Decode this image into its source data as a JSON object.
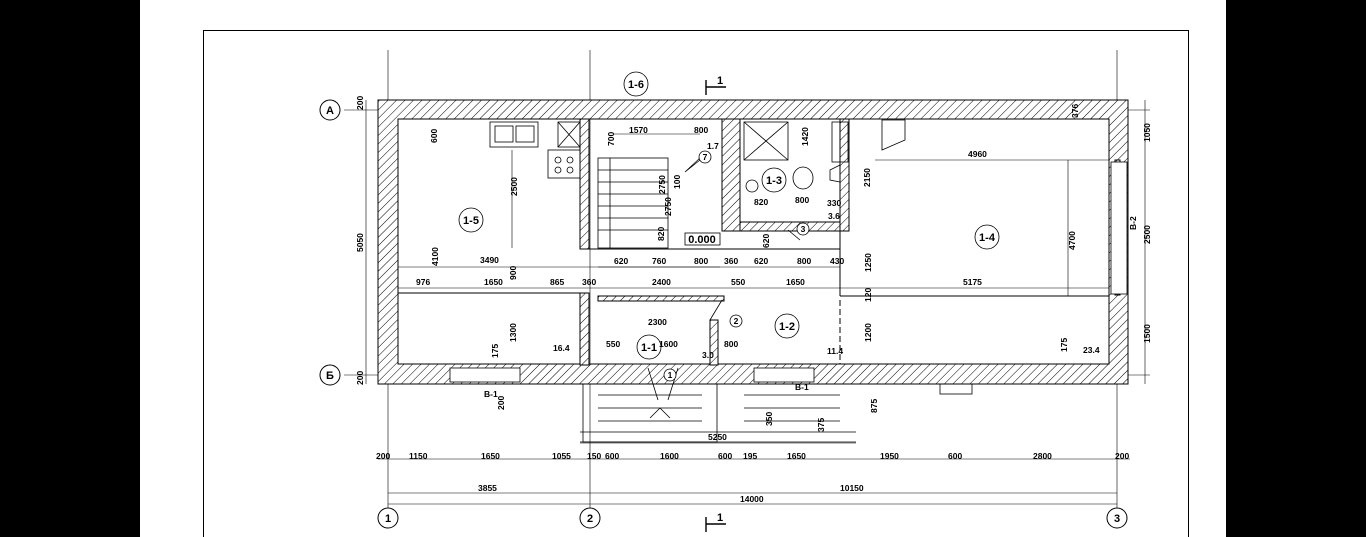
{
  "axes": {
    "rows": [
      "А",
      "Б"
    ],
    "columns": [
      "1",
      "2",
      "3"
    ]
  },
  "section_mark": "1",
  "rooms": [
    "1-1",
    "1-2",
    "1-3",
    "1-4",
    "1-5",
    "1-6"
  ],
  "room_areas": [
    "1.7",
    "3.6",
    "16.4",
    "11.4",
    "3.0",
    "23.4"
  ],
  "door_marks": [
    "1",
    "2",
    "3",
    "7"
  ],
  "level_mark": "0.000",
  "window_marks": [
    "В-1",
    "В-1",
    "В-2"
  ],
  "top_dims": [
    "1570",
    "800",
    "700",
    "1420",
    "2150",
    "4960",
    "376",
    "600"
  ],
  "kitchen_dims": [
    "2500",
    "3490",
    "4100",
    "900",
    "5050"
  ],
  "stair_dims": [
    "2750",
    "2750",
    "100",
    "820",
    "620",
    "760",
    "800",
    "360",
    "620",
    "800",
    "430",
    "820",
    "800",
    "330",
    "620"
  ],
  "middle_dims": [
    "976",
    "1650",
    "865",
    "360",
    "2400",
    "550",
    "1650",
    "5175",
    "1250",
    "120",
    "4700",
    "2500",
    "1050",
    "1500",
    "1200",
    "200",
    "200"
  ],
  "lower_dims": [
    "2300",
    "550",
    "1600",
    "800",
    "1300",
    "175",
    "175",
    "200",
    "875",
    "350",
    "375",
    "5250"
  ],
  "bottom_chain": [
    "200",
    "1150",
    "1650",
    "1055",
    "150",
    "600",
    "1600",
    "600",
    "195",
    "1650",
    "1950",
    "600",
    "2800",
    "200"
  ],
  "overall_dims": [
    "3855",
    "10150",
    "14000"
  ]
}
